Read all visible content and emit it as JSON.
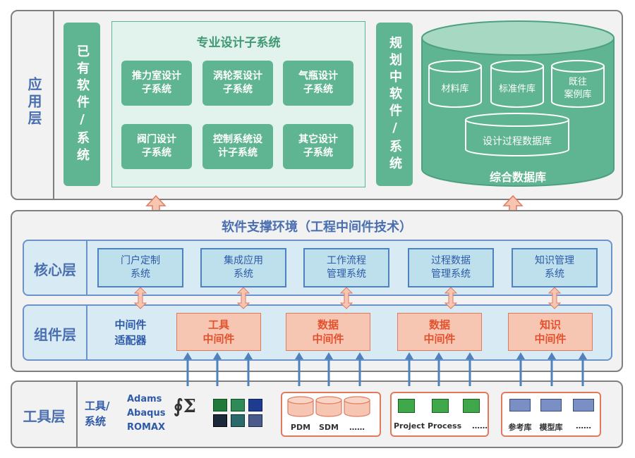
{
  "app": {
    "label": "应用层",
    "existing": "已有软件/系统",
    "design_title": "专业设计子系统",
    "design_items": [
      "推力室设计\n子系统",
      "涡轮泵设计\n子系统",
      "气瓶设计\n子系统",
      "阀门设计\n子系统",
      "控制系统设\n计子系统",
      "其它设计\n子系统"
    ],
    "planned": "规划中软件/系统",
    "db_title": "综合数据库",
    "db_items": [
      "材料库",
      "标准件库",
      "既往\n案例库"
    ],
    "db_process": "设计过程数据库"
  },
  "support": {
    "title": "软件支撑环境（工程中间件技术）",
    "core_label": "核心层",
    "core_items": [
      "门户定制\n系统",
      "集成应用\n系统",
      "工作流程\n管理系统",
      "过程数据\n管理系统",
      "知识管理\n系统"
    ],
    "comp_label": "组件层",
    "adapter": "中间件\n适配器",
    "middleware": [
      "工具\n中间件",
      "数据\n中间件",
      "数据\n中间件",
      "知识\n中间件"
    ]
  },
  "tools": {
    "label": "工具层",
    "subtitle": "工具/\n系统",
    "software": [
      "Adams",
      "Abaqus",
      "ROMAX"
    ],
    "math_symbols": "∮Σ",
    "data_group": [
      "PDM",
      "SDM",
      "……"
    ],
    "process_group": [
      "Project",
      "Process",
      "……"
    ],
    "lib_group": [
      "参考库",
      "模型库",
      "……"
    ]
  },
  "colors": {
    "green": "#5fb591",
    "blue": "#4a6fb0",
    "salmon": "#f7c6b3",
    "arrow": "#e07a5f"
  }
}
